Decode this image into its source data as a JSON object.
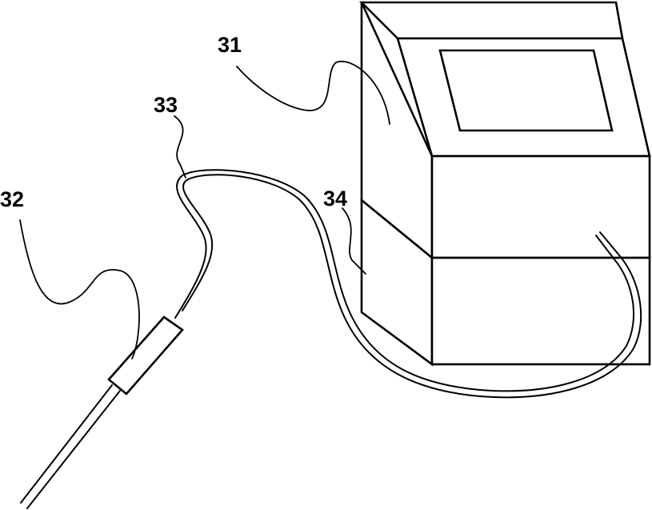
{
  "labels": {
    "device": "31",
    "probe": "32",
    "cable": "33",
    "base": "34"
  },
  "colors": {
    "line": "#000000",
    "background": "#ffffff"
  }
}
